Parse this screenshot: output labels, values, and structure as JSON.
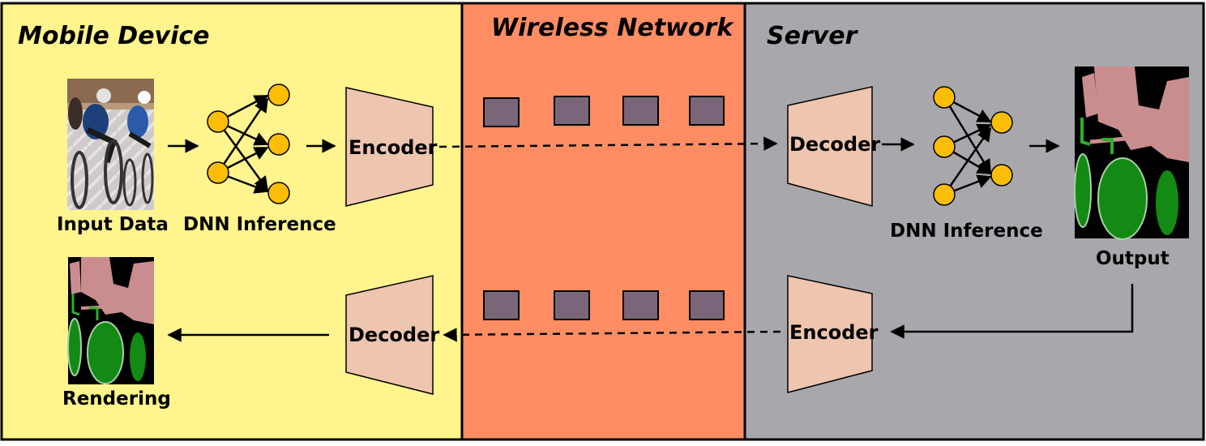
{
  "panels": {
    "mobile": {
      "title": "Mobile Device",
      "color": "#fff48d"
    },
    "network": {
      "title": "Wireless Network",
      "color": "#ff8d63"
    },
    "server": {
      "title": "Server",
      "color": "#a8a7ab"
    }
  },
  "labels": {
    "input_data": "Input Data",
    "dnn_inference_mobile": "DNN Inference",
    "dnn_inference_server": "DNN Inference",
    "output": "Output",
    "rendering": "Rendering"
  },
  "blocks": {
    "mobile_encoder": "Encoder",
    "mobile_decoder": "Decoder",
    "server_decoder": "Decoder",
    "server_encoder": "Encoder"
  },
  "colors": {
    "block_fill": "#eec5ae",
    "node_fill": "#fbbd05",
    "packet_fill": "#7a6679",
    "seg_pink": "#c98d8f",
    "seg_green": "#138a13"
  },
  "icons": {
    "input_image": "cyclists-photo",
    "segmentation": "segmentation-map",
    "network_node": "neuron-node",
    "packet": "data-packet"
  }
}
